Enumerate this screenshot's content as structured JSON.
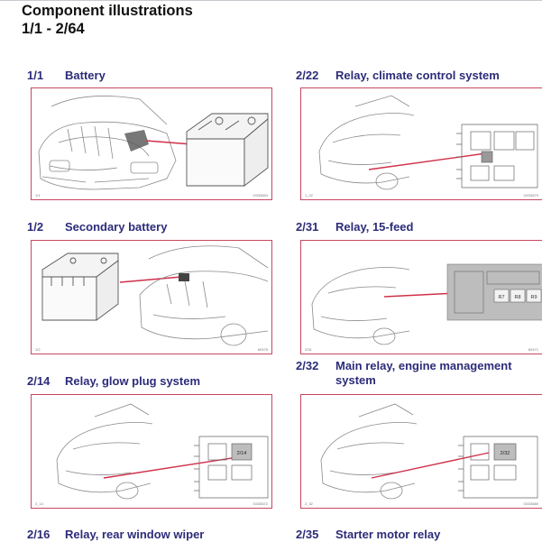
{
  "page": {
    "title_line1": "Component illustrations",
    "title_line2": "1/1 - 2/64"
  },
  "sections": {
    "s1_1": {
      "id": "1/1",
      "name": "Battery",
      "code_left": "1/1",
      "code_right": "G033654"
    },
    "s2_22": {
      "id": "2/22",
      "name": "Relay, climate control system",
      "code_left": "1_22",
      "code_right": "G033679"
    },
    "s1_2": {
      "id": "1/2",
      "name": "Secondary battery",
      "code_left": "1/2",
      "code_right": "60475"
    },
    "s2_31": {
      "id": "2/31",
      "name": "Relay, 15-feed",
      "code_left": "2/31",
      "code_right": "60471",
      "relay_labels": [
        "R7",
        "R8",
        "R9"
      ]
    },
    "s2_14": {
      "id": "2/14",
      "name": "Relay, glow plug system",
      "code_left": "2_14",
      "code_right": "G033672",
      "highlight": "2/14"
    },
    "s2_32": {
      "id": "2/32",
      "name": "Main relay, engine management system",
      "code_left": "2_32",
      "code_right": "G033680",
      "highlight": "2/32"
    },
    "s2_16": {
      "id": "2/16",
      "name": "Relay, rear window wiper"
    },
    "s2_35": {
      "id": "2/35",
      "name": "Starter motor relay"
    }
  },
  "colors": {
    "frame": "#c9475f",
    "pointer": "#d0304a",
    "heading": "#2c2c7a",
    "line_art": "#8a8a8a",
    "panel_grey": "#bdbdbd"
  },
  "icons": {
    "car": "car-front-icon",
    "battery": "battery-icon",
    "fusebox": "relay-box-icon"
  }
}
